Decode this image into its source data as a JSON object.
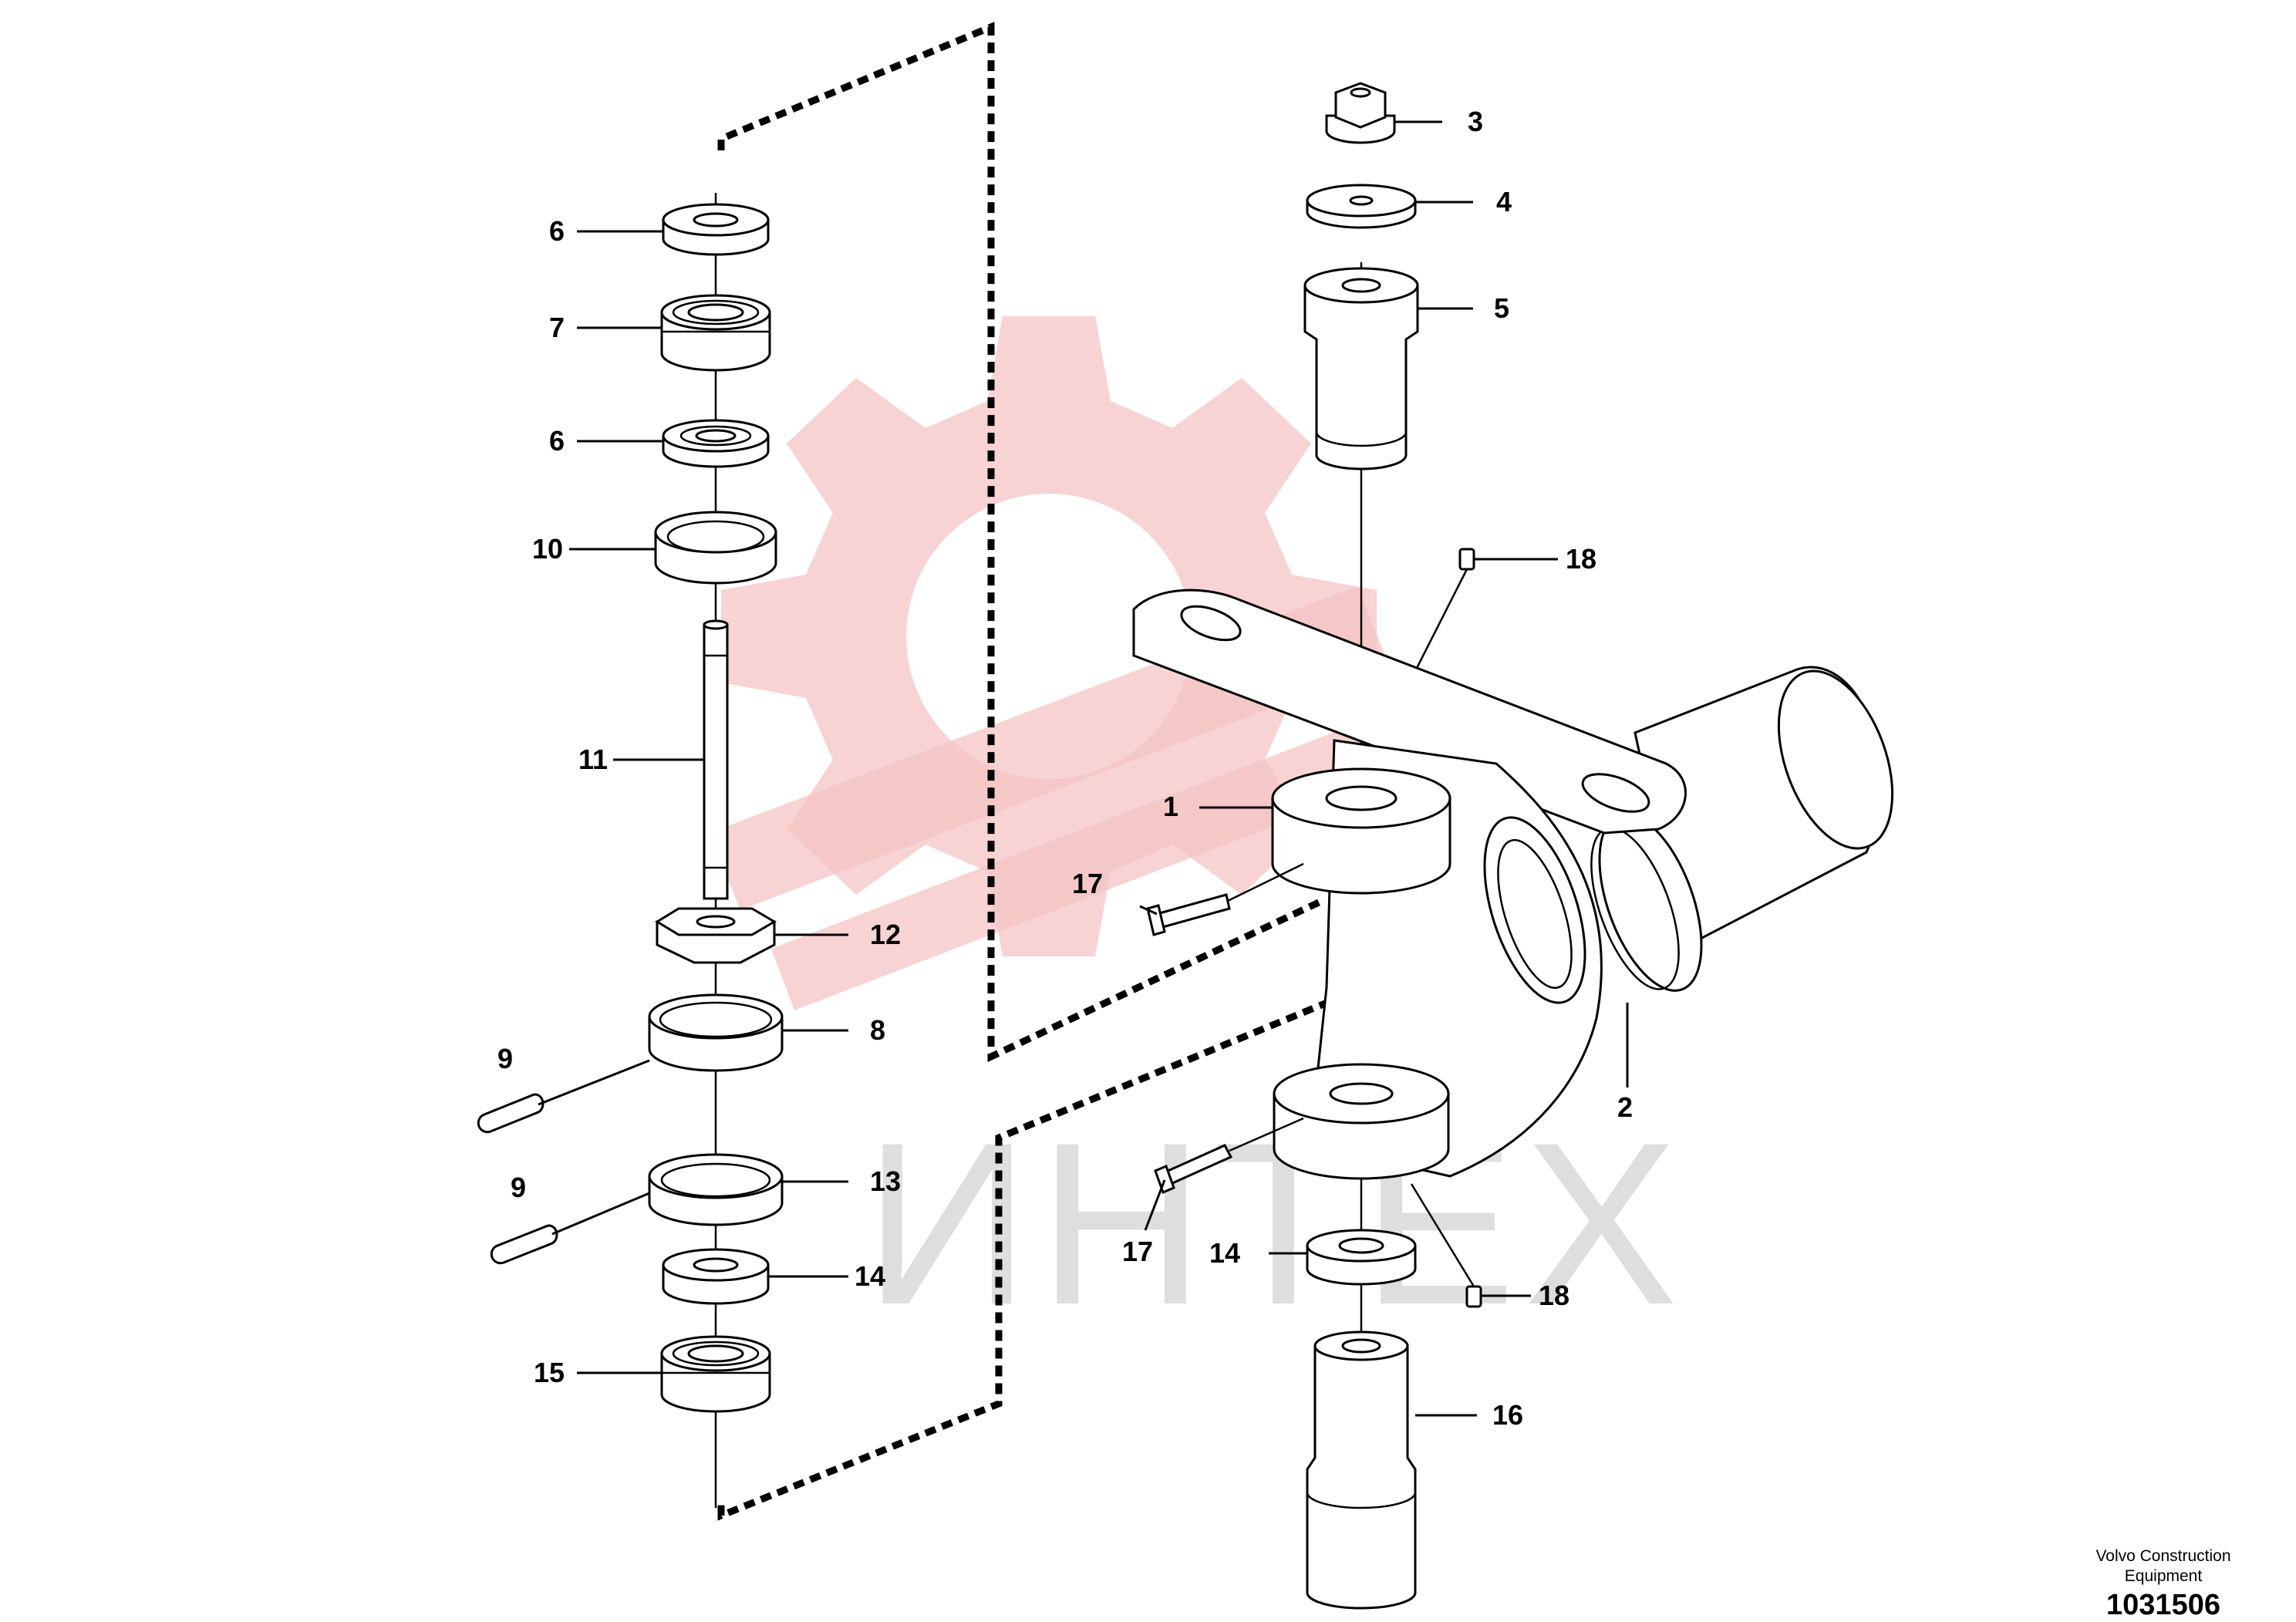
{
  "watermark": {
    "text": "ИНТЕХ",
    "gear_color": "#f5b8b8",
    "text_color": "#d2d2d2"
  },
  "labels": {
    "l1": "1",
    "l2": "2",
    "l3": "3",
    "l4": "4",
    "l5": "5",
    "l6a": "6",
    "l6b": "6",
    "l7": "7",
    "l8": "8",
    "l9a": "9",
    "l9b": "9",
    "l10": "10",
    "l11": "11",
    "l12": "12",
    "l13": "13",
    "l14a": "14",
    "l14b": "14",
    "l15": "15",
    "l16": "16",
    "l17a": "17",
    "l17b": "17",
    "l18a": "18",
    "l18b": "18"
  },
  "credit": {
    "line1": "Volvo Construction",
    "line2": "Equipment"
  },
  "doc_number": "1031506"
}
